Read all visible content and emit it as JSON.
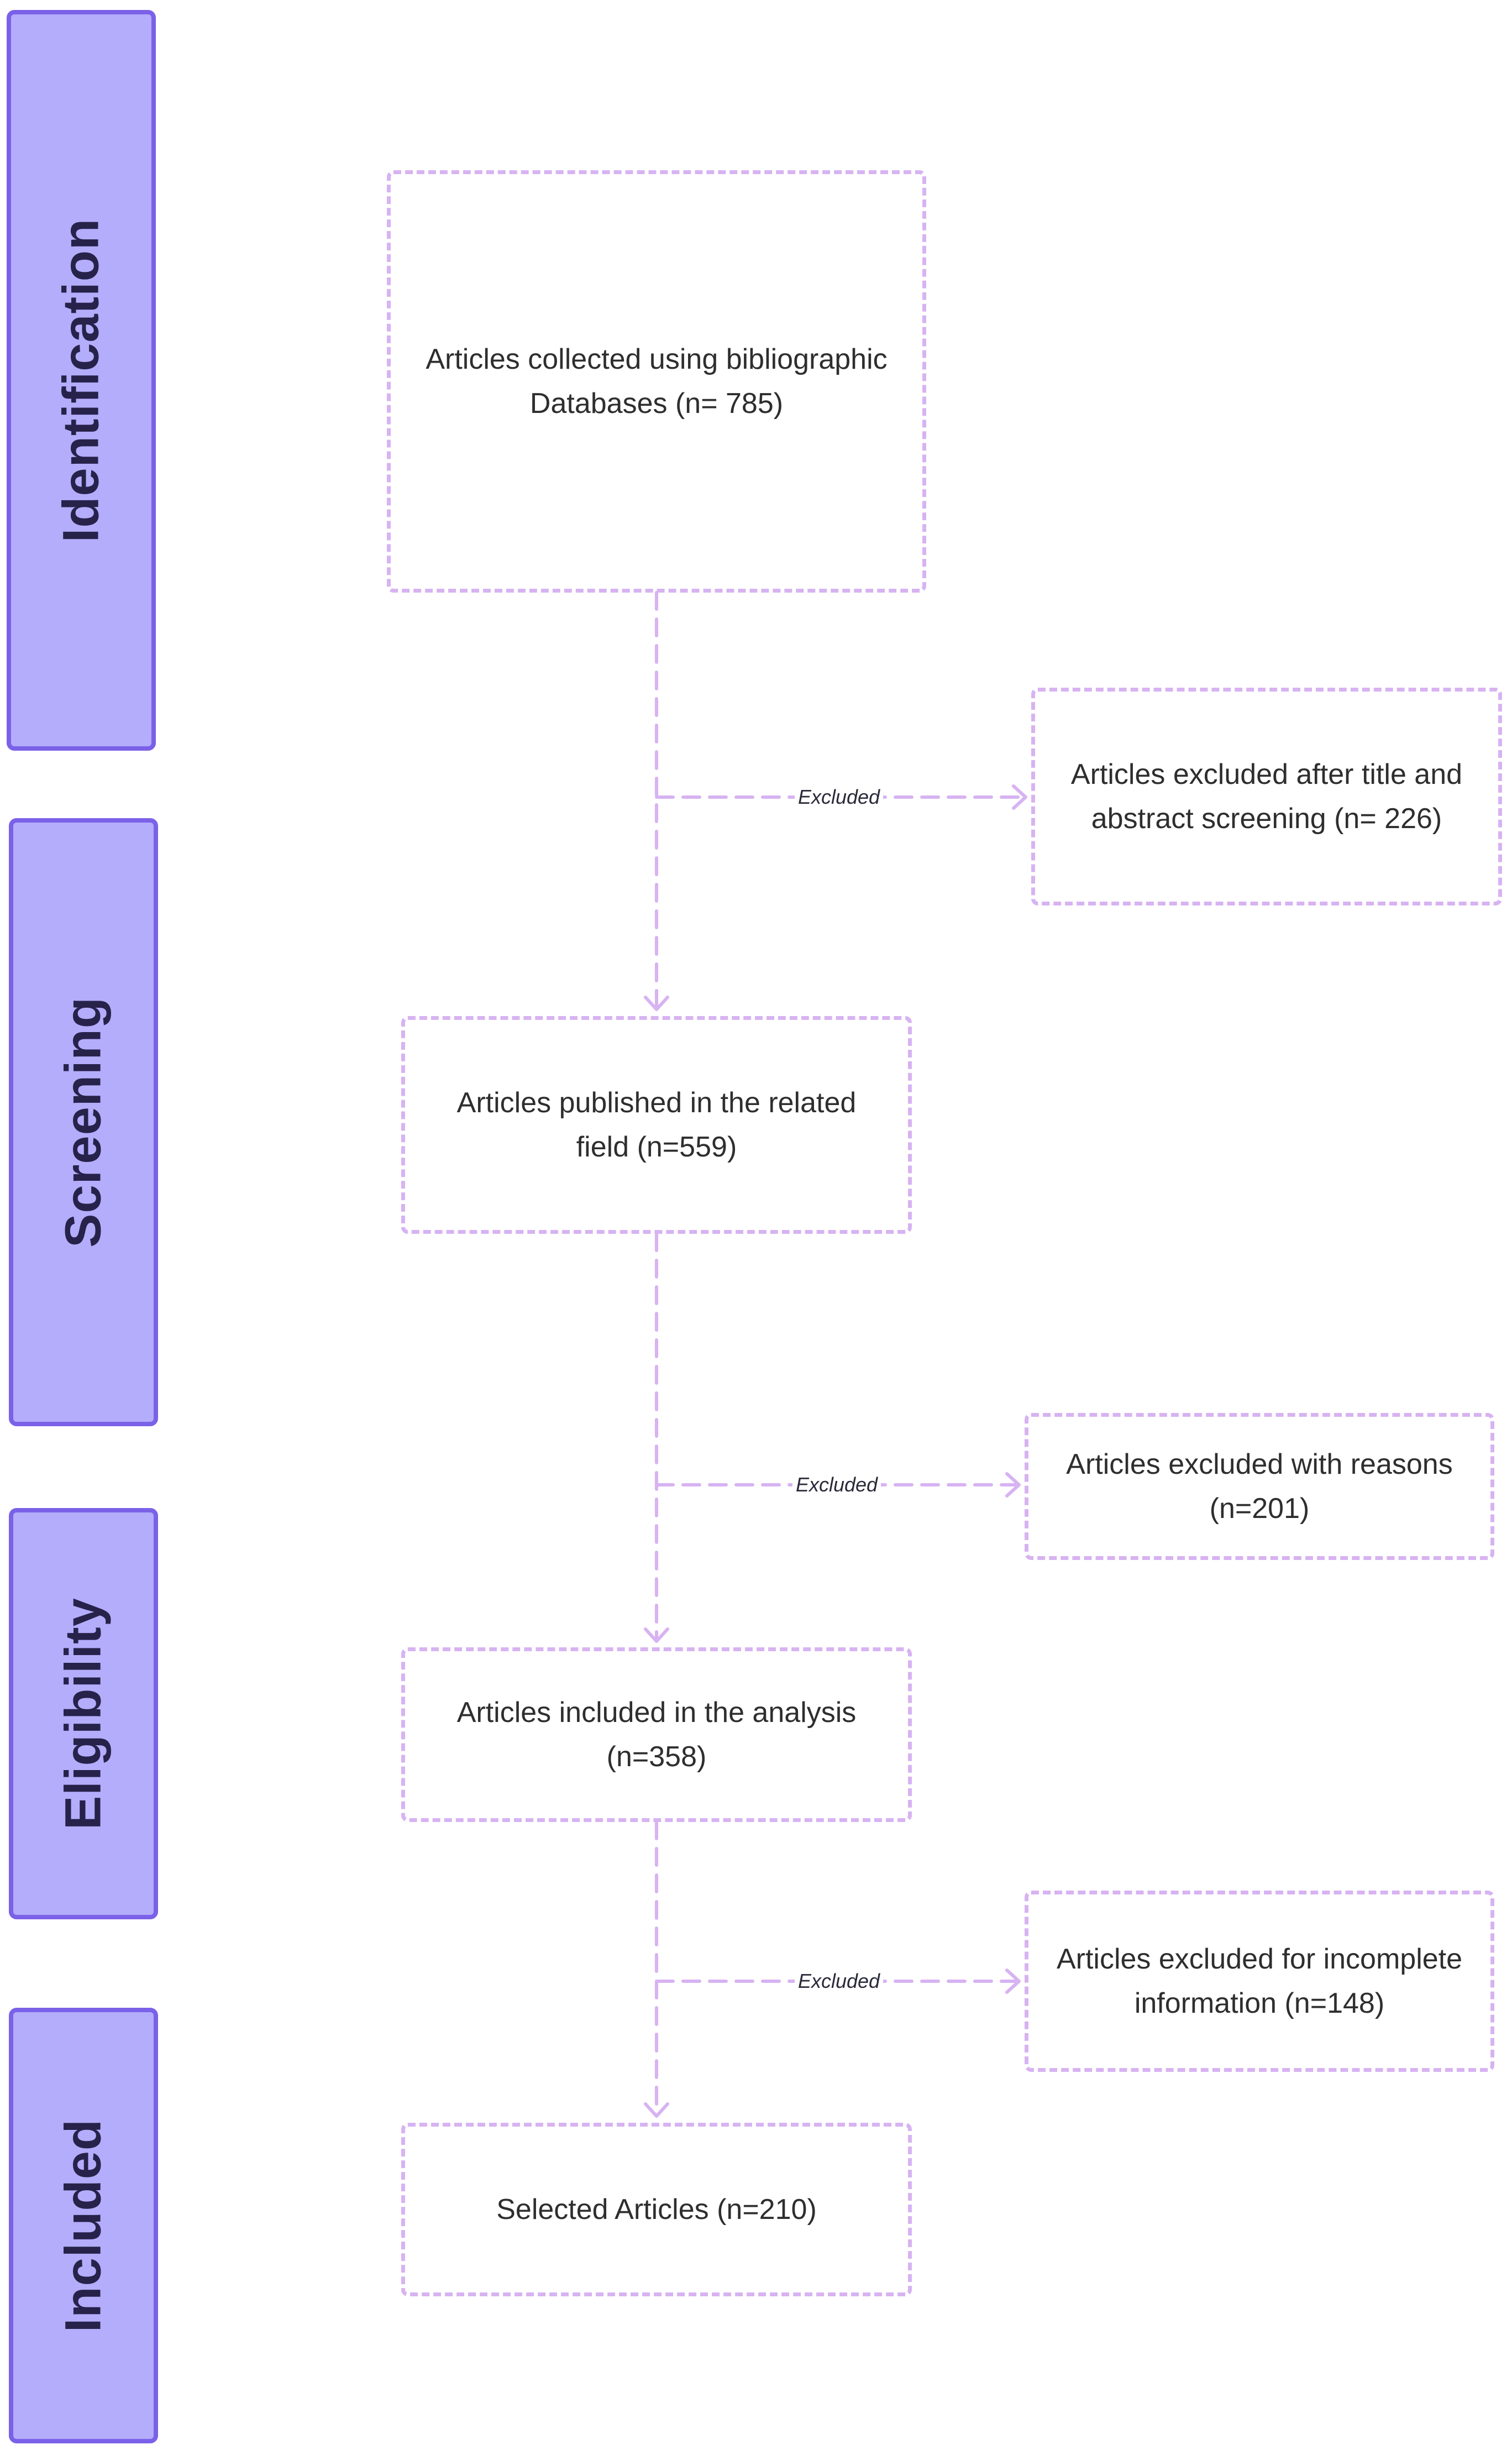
{
  "stages": [
    {
      "id": "identification",
      "label": "Identification"
    },
    {
      "id": "screening",
      "label": "Screening"
    },
    {
      "id": "eligibility",
      "label": "Eligibility"
    },
    {
      "id": "included",
      "label": "Included"
    }
  ],
  "boxes": {
    "collected": "Articles collected using bibliographic Databases (n= 785)",
    "excluded_title": "Articles excluded after title and abstract screening (n= 226)",
    "published": "Articles published in the related field (n=559)",
    "excluded_reasons": "Articles excluded with reasons (n=201)",
    "included_analysis": "Articles included in the analysis (n=358)",
    "excluded_incomplete": "Articles excluded for incomplete information (n=148)",
    "selected": "Selected Articles (n=210)"
  },
  "edges": {
    "excluded_1": "Excluded",
    "excluded_2": "Excluded",
    "excluded_3": "Excluded"
  },
  "colors": {
    "stage_fill": "#b3adfb",
    "stage_border": "#7b61e8",
    "box_border": "#d7b3f2",
    "connector": "#d7b3f2"
  }
}
